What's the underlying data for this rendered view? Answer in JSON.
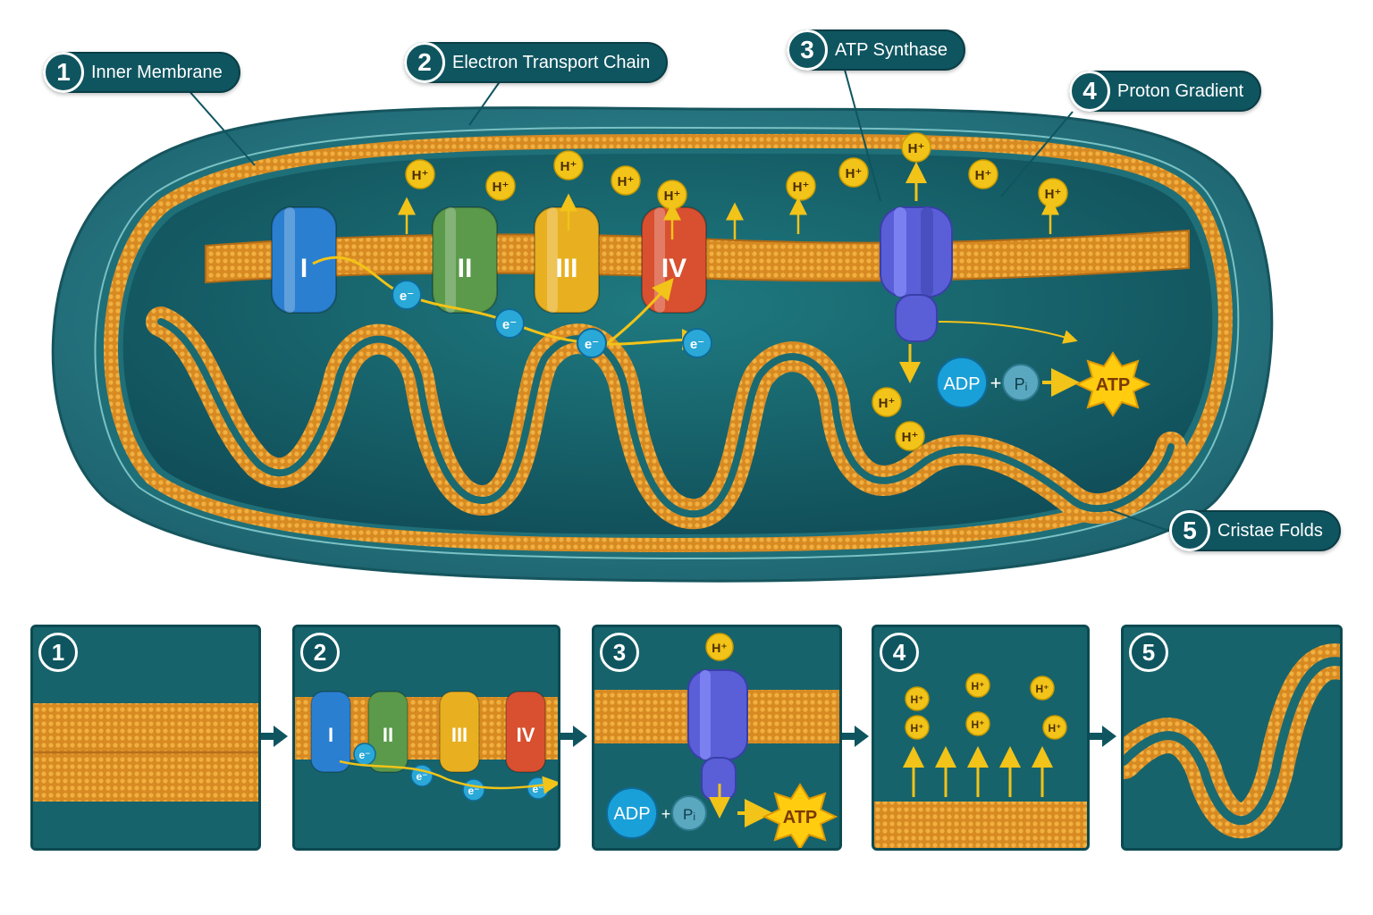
{
  "callouts": [
    {
      "num": "1",
      "label": "Inner Membrane"
    },
    {
      "num": "2",
      "label": "Electron Transport Chain"
    },
    {
      "num": "3",
      "label": "ATP Synthase"
    },
    {
      "num": "4",
      "label": "Proton Gradient"
    },
    {
      "num": "5",
      "label": "Cristae Folds"
    }
  ],
  "complexes": [
    "I",
    "II",
    "III",
    "IV"
  ],
  "electron_label": "e⁻",
  "proton_label": "H⁺",
  "reaction": {
    "adp": "ADP",
    "plus": "+",
    "pi": "Pᵢ",
    "atp": "ATP"
  },
  "panels": [
    {
      "num": "1"
    },
    {
      "num": "2"
    },
    {
      "num": "3"
    },
    {
      "num": "4"
    },
    {
      "num": "5"
    }
  ],
  "colors": {
    "matrix": "#1b6a70",
    "outer_membrane": "#2e8790",
    "membrane_orange": "#e0982a",
    "complex_I": "#2a7fd0",
    "complex_II": "#5a9a4a",
    "complex_III": "#e8b020",
    "complex_IV": "#d85030",
    "atp_synthase": "#5a5fd8",
    "proton": "#f2c318",
    "electron": "#2aa8d8"
  }
}
